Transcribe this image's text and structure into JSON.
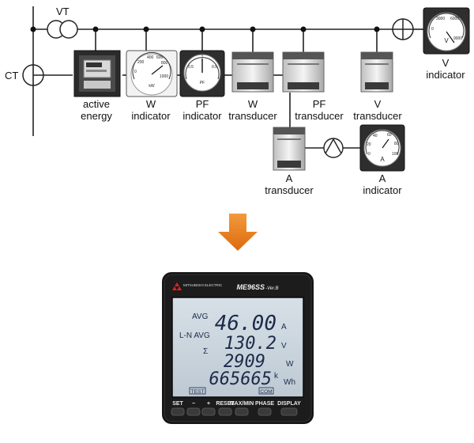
{
  "labels": {
    "vt": "VT",
    "ct": "CT",
    "active_energy": [
      "active",
      "energy"
    ],
    "w_indicator": [
      "W",
      "indicator"
    ],
    "pf_indicator": [
      "PF",
      "indicator"
    ],
    "w_transducer": [
      "W",
      "transducer"
    ],
    "pf_transducer": [
      "PF",
      "transducer"
    ],
    "v_transducer": [
      "V",
      "transducer"
    ],
    "v_indicator": [
      "V",
      "indicator"
    ],
    "a_transducer": [
      "A",
      "transducer"
    ],
    "a_indicator": [
      "A",
      "indicator"
    ]
  },
  "dials": {
    "w": {
      "unit": "kW",
      "ticks": [
        "0",
        "200",
        "400",
        "600",
        "800",
        "1000"
      ]
    },
    "pf": {
      "unit": "PF",
      "ticks": [
        "0.5",
        "1",
        "0.5"
      ]
    },
    "v": {
      "unit": "V",
      "ticks": [
        "0",
        "3000",
        "6000",
        "9000"
      ]
    },
    "a": {
      "unit": "A",
      "ticks": [
        "0",
        "20",
        "40",
        "60",
        "80",
        "100"
      ]
    }
  },
  "meter": {
    "brand": "MITSUBISHI ELECTRIC",
    "model": "ME96SS",
    "version": "-Ver.B",
    "rows": [
      {
        "tag": "AVG",
        "value": "46.00",
        "unit": "A"
      },
      {
        "tag": "L-N AVG",
        "value": "130.2",
        "unit": "V"
      },
      {
        "tag": "Σ",
        "value": "2909",
        "unit": "W"
      },
      {
        "tag": "",
        "value": "665665",
        "unit": "Wh",
        "prefix": "k"
      }
    ],
    "bottom_tags": [
      "TEST",
      "COM"
    ],
    "buttons": [
      "SET",
      "−",
      "+",
      "RESET",
      "MAX/MIN",
      "PHASE",
      "DISPLAY"
    ]
  },
  "colors": {
    "arrow": "#e8791e",
    "line": "#222222",
    "lcd_bg": "#c9d4dc",
    "meter_body": "#1a1a1a"
  }
}
